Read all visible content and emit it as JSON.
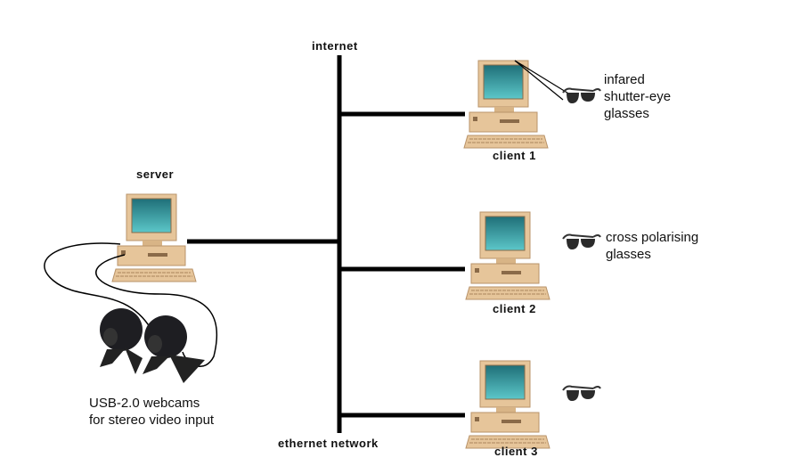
{
  "diagram": {
    "type": "network",
    "backbone": {
      "top_label": "internet",
      "bottom_label": "ethernet network"
    },
    "server": {
      "label": "server"
    },
    "webcams": {
      "line1": "USB-2.0 webcams",
      "line2": "for stereo video input"
    },
    "clients": [
      {
        "label": "client 1",
        "glasses_line1": "infared",
        "glasses_line2": "shutter-eye",
        "glasses_line3": "glasses"
      },
      {
        "label": "client 2",
        "glasses_line1": "cross polarising",
        "glasses_line2": "glasses"
      },
      {
        "label": "client 3"
      }
    ],
    "colors": {
      "line": "#000000",
      "beige": "#e8c9a0",
      "screen": "#3aa8ad",
      "background": "#ffffff"
    }
  }
}
